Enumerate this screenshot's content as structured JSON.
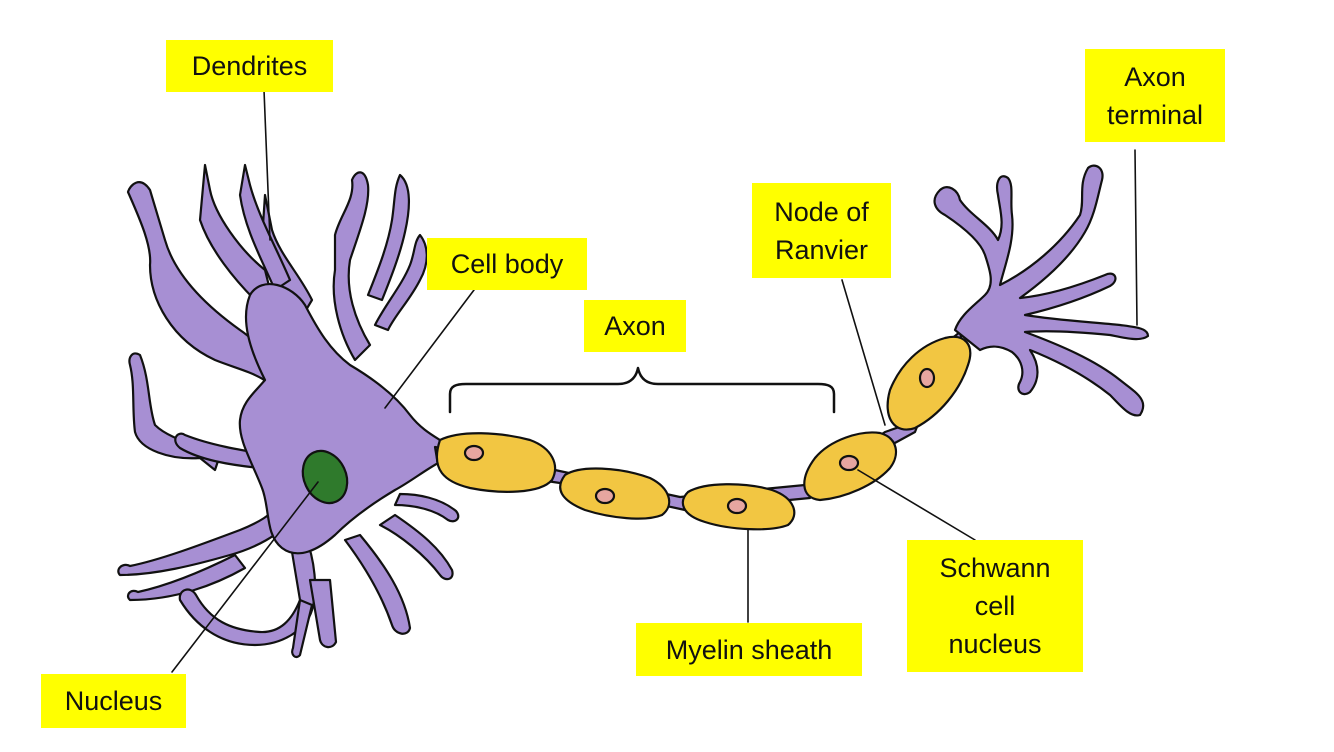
{
  "colors": {
    "neuron_fill": "#a78fd3",
    "myelin_fill": "#f2c642",
    "nucleus_fill": "#2f7a2c",
    "schwann_nucleus_fill": "#e7a6a0",
    "label_bg": "#ffff00",
    "outline": "#111111"
  },
  "labels": {
    "dendrites": "Dendrites",
    "cell_body": "Cell body",
    "axon": "Axon",
    "node_of_ranvier": "Node of\nRanvier",
    "axon_terminal": "Axon\nterminal",
    "schwann_cell_nucleus": "Schwann\ncell\nnucleus",
    "myelin_sheath": "Myelin sheath",
    "nucleus": "Nucleus"
  }
}
